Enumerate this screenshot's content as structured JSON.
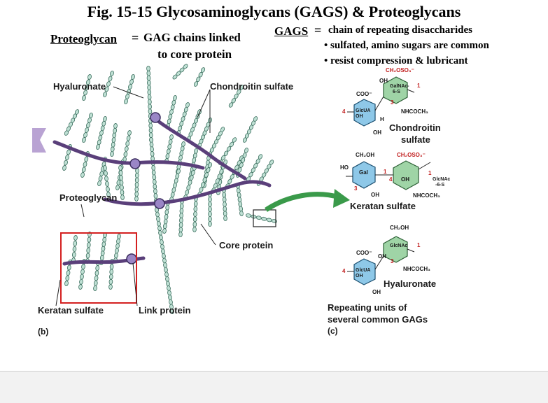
{
  "title": "Fig. 15-15  Glycosaminoglycans (GAGS) & Proteoglycans",
  "proteoglycan_definition": {
    "term": "Proteoglycan",
    "equals": "=",
    "line1": "GAG chains linked",
    "line2": "to core protein"
  },
  "gags_definition": {
    "term": "GAGS",
    "equals": "=",
    "text": "chain of repeating disaccharides",
    "bullets": [
      "• sulfated, amino sugars are common",
      "• resist compression & lubricant"
    ]
  },
  "panel_b": {
    "labels": {
      "hyaluronate": "Hyaluronate",
      "chondroitin_sulfate": "Chondroitin sulfate",
      "proteoglycan": "Proteoglycan",
      "core_protein": "Core protein",
      "keratan_sulfate": "Keratan sulfate",
      "link_protein": "Link protein",
      "panel_letter": "(b)"
    }
  },
  "panel_c": {
    "chondroitin": {
      "name_line1": "Chondroitin",
      "name_line2": "sulfate",
      "ring1": "GlcUA",
      "ring2_line1": "GalNAc-",
      "ring2_line2": "6-S",
      "groups": {
        "coo": "COO⁻",
        "oh_ring": "OH",
        "oh_top": "OH",
        "oh_bottom": "OH",
        "h": "H",
        "ch2oso3": "CH₂OSO₃⁻",
        "nhcoch3": "NHCOCH₃",
        "n4": "4",
        "n1": "1",
        "n3": "3"
      }
    },
    "keratan": {
      "name": "Keratan sulfate",
      "ring1": "Gal",
      "ring2_line1": "GlcNAc",
      "ring2_line2": "-6-S",
      "groups": {
        "ch2oh": "CH₂OH",
        "ho": "HO",
        "oh": "OH",
        "oh_bottom": "OH",
        "ch2oso3": "CH₂OSO₃⁻",
        "nhcoch3": "NHCOCH₃",
        "n1": "1",
        "n3": "3",
        "n4": "4",
        "n1b": "1"
      }
    },
    "hyaluronate": {
      "name": "Hyaluronate",
      "ring1": "GlcUA",
      "ring2": "GlcNAc",
      "groups": {
        "coo": "COO⁻",
        "oh_ring": "OH",
        "oh_top": "OH",
        "oh_bottom": "OH",
        "ch2oh": "CH₂OH",
        "nhcoch3": "NHCOCH₃",
        "n4": "4",
        "n1": "1",
        "n3": "3"
      }
    },
    "caption_line1": "Repeating units of",
    "caption_line2": "several common GAGs",
    "panel_letter": "(c)"
  },
  "colors": {
    "core_protein": "#5a3f7a",
    "gag_bead_fill": "#bfe0d4",
    "gag_bead_stroke": "#3b6e5e",
    "hex_blue": "#8ec8e8",
    "hex_green": "#9fd4a6",
    "arrow_green": "#3a9a4a",
    "highlight_box": "#d42020",
    "nav_arrow": "#b9a3d3"
  }
}
